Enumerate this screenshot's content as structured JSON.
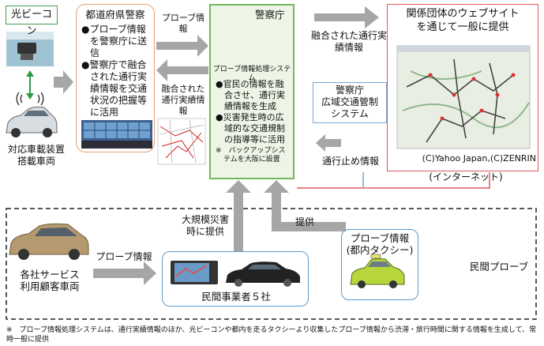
{
  "beacon": {
    "label": "光ビーコン"
  },
  "vehicle": {
    "caption_line1": "対応車載装置",
    "caption_line2": "搭載車両"
  },
  "prefecture": {
    "title": "都道府県警察",
    "bullets": [
      "プローブ情報を警察庁に送信",
      "警察庁で融合された通行実績情報を交通状況の把握等に活用"
    ]
  },
  "arrows": {
    "probe_info": "プローブ情報",
    "merged_info": "融合された通行実績情報",
    "merged_info_right": "融合された通行実績情報",
    "road_closure": "通行止め情報",
    "disaster_provide": "大規模災害時に提供",
    "provide": "提供",
    "probe_info_bottom": "プローブ情報"
  },
  "npa": {
    "title": "警察庁",
    "system_title": "プローブ情報処理システム",
    "bullets": [
      "官民の情報を融合させ、通行実績情報を生成",
      "災害発生時の広域的な交通規制の指導等に活用"
    ],
    "note": "※　バックアップシステムを大阪に設置"
  },
  "wide_area": {
    "line1": "警察庁",
    "line2": "広域交通管制",
    "line3": "システム"
  },
  "website": {
    "title_line1": "関係団体のウェブサイト",
    "title_line2": "を通じて一般に提供",
    "credit": "(C)Yahoo Japan,(C)ZENRIN",
    "internet": "(インターネット)"
  },
  "private": {
    "section_label": "民間プローブ",
    "customer_line1": "各社サービス",
    "customer_line2": "利用顧客車両",
    "operators": "民間事業者５社",
    "taxi_line1": "プローブ情報",
    "taxi_line2": "(都内タクシー)"
  },
  "footnote": "※　プローブ情報処理システムは、通行実績情報のほか、光ビーコンや都内を走るタクシーより収集したプローブ情報から渋滞・旅行時間に関する情報を生成して、常時一般に提供"
}
